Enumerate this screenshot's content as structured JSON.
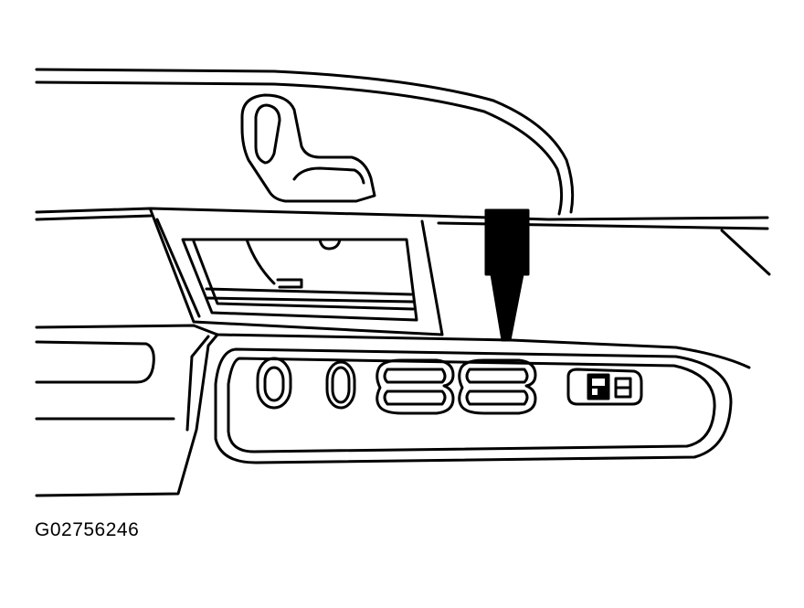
{
  "figure": {
    "code": "G02756246"
  },
  "illustration": {
    "subject": "door-trim-panel-with-window-switch-bezel",
    "line_color": "#000000",
    "background_color": "#ffffff",
    "components": [
      "interior-door-handle",
      "door-pull-cup",
      "lock-switch",
      "mirror-switch",
      "window-switch-front",
      "window-switch-rear",
      "window-lockout-switch",
      "switch-bezel",
      "pointer-arrow"
    ]
  }
}
